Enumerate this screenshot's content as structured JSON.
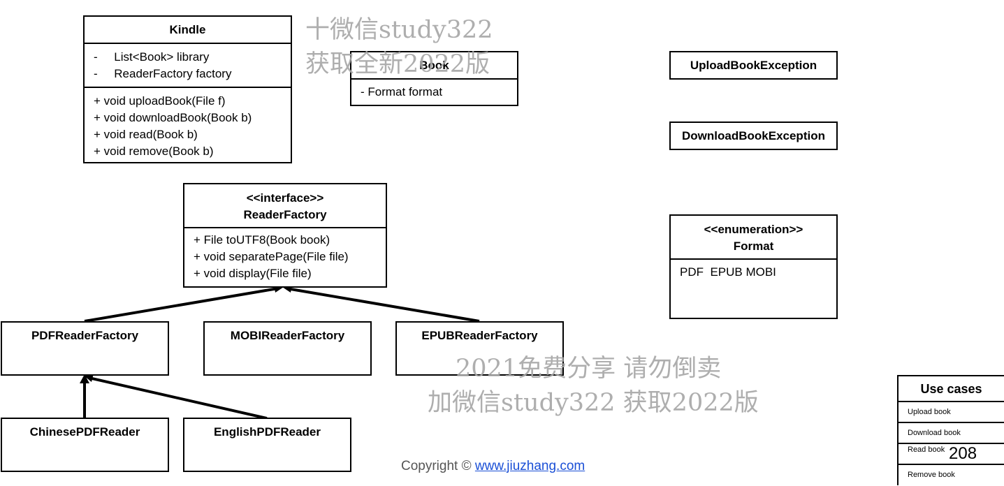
{
  "classes": {
    "kindle": {
      "name": "Kindle",
      "attributes": [
        "-     List<Book> library",
        "-     ReaderFactory factory"
      ],
      "methods": [
        "+ void uploadBook(File f)",
        "+ void downloadBook(Book b)",
        "+ void read(Book b)",
        "+ void remove(Book b)"
      ]
    },
    "book": {
      "name": "Book",
      "attributes": [
        "- Format format"
      ]
    },
    "upload_exception": {
      "name": "UploadBookException"
    },
    "download_exception": {
      "name": "DownloadBookException"
    },
    "reader_factory": {
      "stereotype": "<<interface>>",
      "name": "ReaderFactory",
      "methods": [
        "+ File toUTF8(Book book)",
        "+ void separatePage(File file)",
        "+ void display(File file)"
      ]
    },
    "format": {
      "stereotype": "<<enumeration>>",
      "name": "Format",
      "values": "PDF  EPUB MOBI"
    },
    "pdf_reader_factory": {
      "name": "PDFReaderFactory"
    },
    "mobi_reader_factory": {
      "name": "MOBIReaderFactory"
    },
    "epub_reader_factory": {
      "name": "EPUBReaderFactory"
    },
    "chinese_pdf_reader": {
      "name": "ChinesePDFReader"
    },
    "english_pdf_reader": {
      "name": "EnglishPDFReader"
    }
  },
  "use_cases": {
    "title": "Use cases",
    "items": [
      "Upload book",
      "Download book",
      "Read book",
      "Remove book"
    ]
  },
  "page_number": "208",
  "copyright": {
    "prefix": "Copyright © ",
    "link": "www.jiuzhang.com"
  },
  "watermarks": {
    "top_line1": "十微信study322",
    "top_line2": "获取全新2022版",
    "mid_line1": "2021免费分享 请勿倒卖",
    "mid_line2": "加微信study322 获取2022版"
  }
}
